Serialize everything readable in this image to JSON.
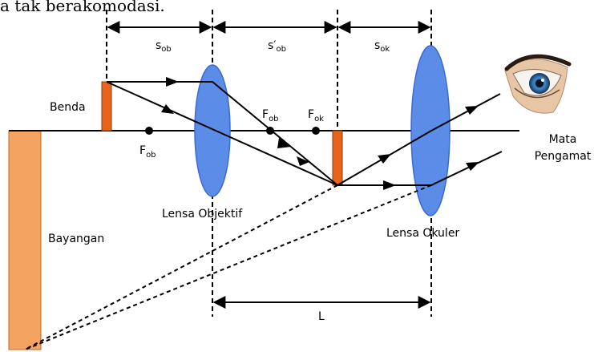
{
  "header": {
    "text_fragment": "a tak berakomodasi."
  },
  "dimensions": {
    "s_ob": {
      "main": "s",
      "sub": "ob"
    },
    "s_ob_prime": {
      "main": "s′",
      "sub": "ob"
    },
    "s_ok": {
      "main": "s",
      "sub": "ok"
    },
    "L": "L"
  },
  "labels": {
    "benda": "Benda",
    "bayangan": "Bayangan",
    "lensa_objektif": "Lensa Objektif",
    "lensa_okuler": "Lensa Okuler",
    "mata_line1": "Mata",
    "mata_line2": "Pengamat",
    "f_ob_left": {
      "main": "F",
      "sub": "ob"
    },
    "f_ob_right": {
      "main": "F",
      "sub": "ob"
    },
    "f_ok": {
      "main": "F",
      "sub": "ok"
    }
  },
  "colors": {
    "lens_fill": "#5b8ce8",
    "lens_stroke": "#3a6bd0",
    "object_fill": "#e8641a",
    "image_fill": "#f4a460",
    "line": "#000000"
  },
  "icons": {
    "eye": "eye-icon"
  }
}
